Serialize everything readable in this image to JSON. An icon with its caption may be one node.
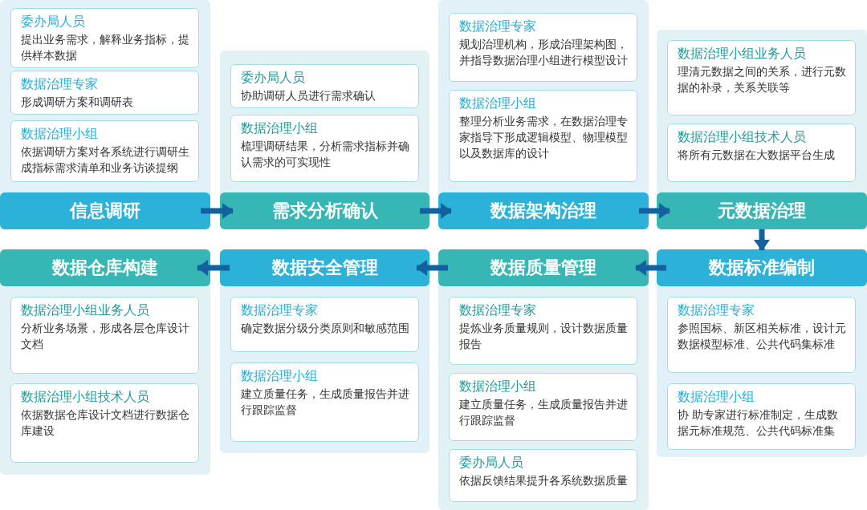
{
  "diagram": {
    "nodes": [
      {
        "text": [
          "信息调研"
        ]
      },
      {
        "text": [
          "委办局人员",
          "提出业务需求，解释业务指标，提供样本数据"
        ],
        "in": 0
      },
      {
        "text": [
          "数据治理专家",
          "形成调研方案和调研表"
        ],
        "in": 0
      },
      {
        "text": [
          "数据治理小组",
          "依据调研方案对各系统进行调研生成指标需求清单和业务访谈提纲"
        ],
        "in": 0
      },
      {
        "text": [
          "需求分析确认"
        ]
      },
      {
        "text": [
          "委办局人员",
          "协助调研人员进行需求确认"
        ],
        "in": 4
      },
      {
        "text": [
          "数据治理小组",
          "梳理调研结果，分析需求指标并确认需求的可实现性"
        ],
        "in": 4
      },
      {
        "text": [
          "数据架构治理"
        ]
      },
      {
        "text": [
          "数据治理专家",
          "规划治理机构，形成治理架构图，并指导数据治理小组进行模型设计"
        ],
        "in": 7
      },
      {
        "text": [
          "数据治理小组",
          "整理分析业务需求，在数据治理专家指导下形成逻辑模型、物理模型以及数据库的设计"
        ],
        "in": 7
      },
      {
        "text": [
          "元数据治理"
        ]
      },
      {
        "text": [
          "数据治理小组业务人员",
          "理清元数据之间的关系，进行元数据的补录，关系关联等"
        ],
        "in": 10
      },
      {
        "text": [
          "数据治理小组技术人员",
          "将所有元数据在大数据平台生成"
        ],
        "in": 10
      },
      {
        "text": [
          "数据标准编制"
        ]
      },
      {
        "text": [
          "数据治理专家",
          "参照国标、新区相关标准，设计元数据模型标准、公共代码集标准"
        ],
        "in": 13
      },
      {
        "text": [
          "数据治理小组",
          "协 助专家进行标准制定，生成数据元标准规范、公共代码标准集"
        ],
        "in": 13
      },
      {
        "text": [
          "数据质量管理"
        ]
      },
      {
        "text": [
          "数据治理专家",
          "提炼业务质量规则，设计数据质量报告"
        ],
        "in": 16
      },
      {
        "text": [
          "数据治理小组",
          "建立质量任务，生成质量报告并进行跟踪监督"
        ],
        "in": 16
      },
      {
        "text": [
          "委办局人员",
          "依据反馈结果提升各系统数据质量"
        ],
        "in": 16
      },
      {
        "text": [
          "数据安全管理"
        ]
      },
      {
        "text": [
          "数据治理专家",
          "确定数据分级分类原则和敏感范围"
        ],
        "in": 20
      },
      {
        "text": [
          "数据治理小组",
          "建立质量任务，生成质量报告并进行跟踪监督"
        ],
        "in": 20
      },
      {
        "text": [
          "数据仓库构建"
        ]
      },
      {
        "text": [
          "数据治理小组业务人员",
          "分析业务场景，形成各层仓库设计文档"
        ],
        "in": 23
      },
      {
        "text": [
          "数据治理小组技术人员",
          "依据数据仓库设计文档进行数据仓库建设"
        ],
        "in": 23
      }
    ],
    "edges": [
      {
        "from": 0,
        "to": 4,
        "arrow": "to"
      },
      {
        "from": 4,
        "to": 7,
        "arrow": "to"
      },
      {
        "from": 7,
        "to": 10,
        "arrow": "to"
      },
      {
        "from": 10,
        "to": 13,
        "arrow": "to"
      },
      {
        "from": 13,
        "to": 16,
        "arrow": "to"
      },
      {
        "from": 16,
        "to": 20,
        "arrow": "to"
      },
      {
        "from": 20,
        "to": 23,
        "arrow": "to"
      }
    ]
  }
}
